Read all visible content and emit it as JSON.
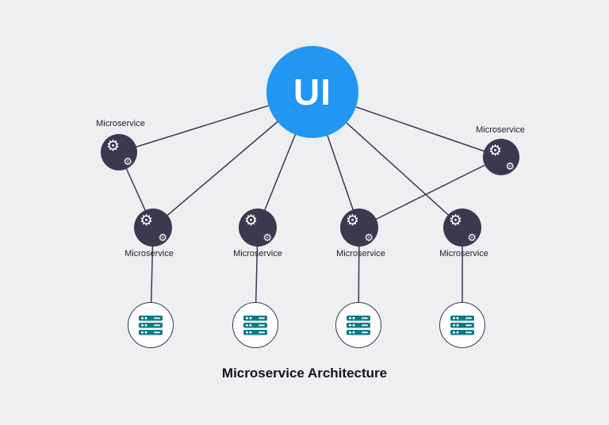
{
  "title": "Microservice Architecture",
  "ui": {
    "label": "UI"
  },
  "nodes": {
    "upper_left": {
      "label": "Microservice"
    },
    "upper_right": {
      "label": "Microservice"
    },
    "mid1": {
      "label": "Microservice"
    },
    "mid2": {
      "label": "Microservice"
    },
    "mid3": {
      "label": "Microservice"
    },
    "mid4": {
      "label": "Microservice"
    }
  },
  "icons": {
    "gear": "⚙",
    "database": "server-stack-icon"
  },
  "colors": {
    "accent_blue": "#2196f3",
    "node_dark": "#3a3950",
    "line": "#3a3950",
    "database_teal": "#0d7a89",
    "background": "#edeff1"
  },
  "connections": [
    {
      "from": "ui",
      "to": "microservice-upper-left"
    },
    {
      "from": "ui",
      "to": "microservice-upper-right"
    },
    {
      "from": "ui",
      "to": "microservice-1"
    },
    {
      "from": "ui",
      "to": "microservice-2"
    },
    {
      "from": "ui",
      "to": "microservice-3"
    },
    {
      "from": "ui",
      "to": "microservice-4"
    },
    {
      "from": "microservice-upper-left",
      "to": "microservice-1"
    },
    {
      "from": "microservice-upper-right",
      "to": "microservice-3"
    },
    {
      "from": "microservice-1",
      "to": "database-1"
    },
    {
      "from": "microservice-2",
      "to": "database-2"
    },
    {
      "from": "microservice-3",
      "to": "database-3"
    },
    {
      "from": "microservice-4",
      "to": "database-4"
    }
  ]
}
